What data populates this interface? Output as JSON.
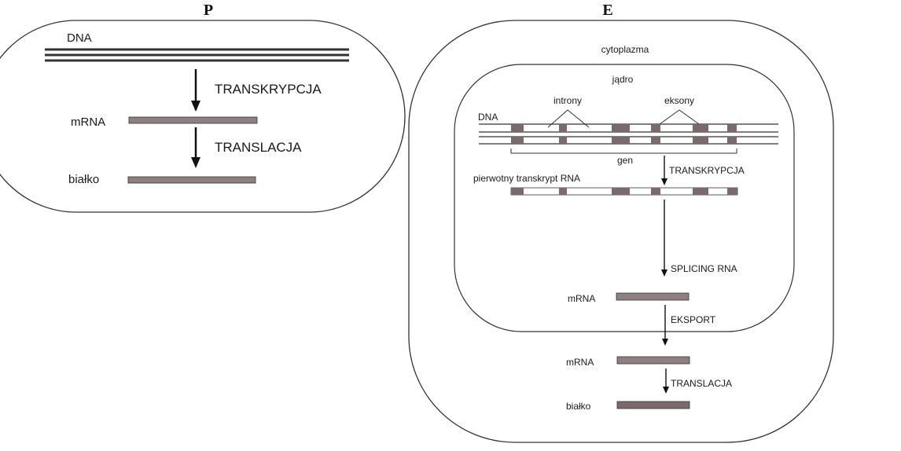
{
  "colors": {
    "outline": "#333333",
    "exon": "#7a6a6e",
    "bar": "#8e7f83",
    "text": "#1a1a1a"
  },
  "panels": {
    "prokaryote": {
      "heading": "P",
      "dna": "DNA",
      "transcription": "TRANSKRYPCJA",
      "mrna": "mRNA",
      "translation": "TRANSLACJA",
      "protein": "białko"
    },
    "eukaryote": {
      "heading": "E",
      "cytoplasm": "cytoplazma",
      "nucleus": "jądro",
      "introns": "introny",
      "exons": "eksony",
      "dna": "DNA",
      "gene": "gen",
      "transcription": "TRANSKRYPCJA",
      "primary_transcript": "pierwotny transkrypt RNA",
      "splicing": "SPLICING RNA",
      "mrna_nucleus": "mRNA",
      "export": "EKSPORT",
      "mrna_cytoplasm": "mRNA",
      "translation": "TRANSLACJA",
      "protein": "białko"
    }
  }
}
